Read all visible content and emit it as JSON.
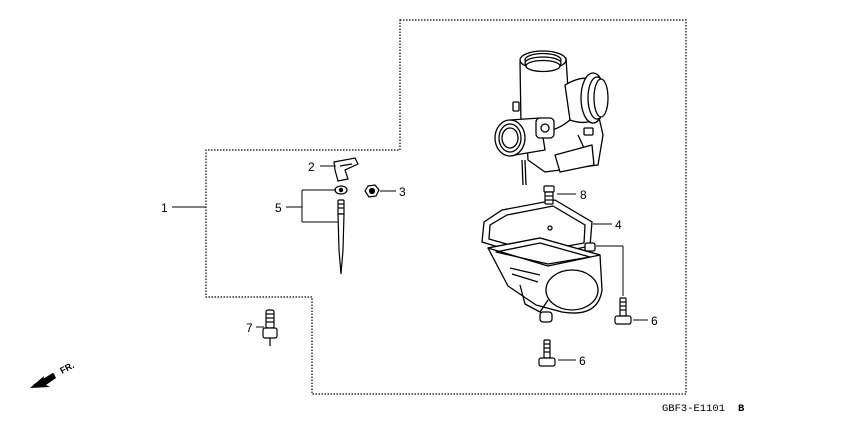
{
  "diagram": {
    "callouts": {
      "p1": "1",
      "p2": "2",
      "p3": "3",
      "p4": "4",
      "p5": "5",
      "p6a": "6",
      "p6b": "6",
      "p7": "7",
      "p8": "8"
    },
    "direction_label": "FR.",
    "diagram_code": "GBF3-E1101",
    "diagram_code_suffix": "B"
  }
}
